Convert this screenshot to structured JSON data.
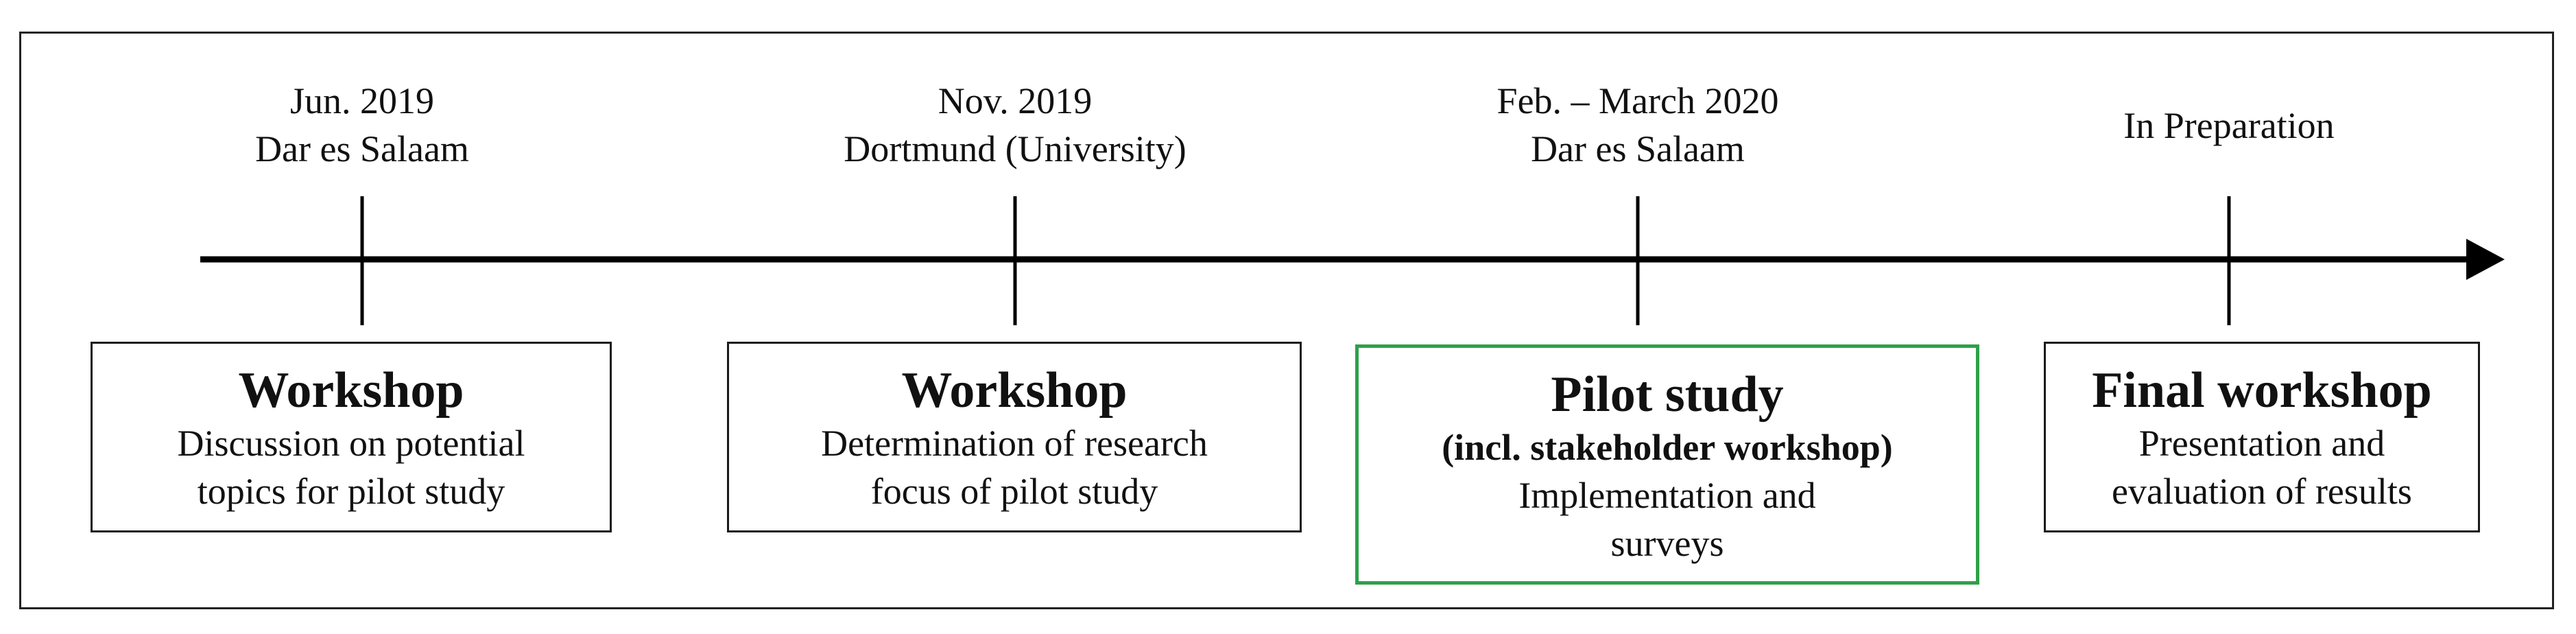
{
  "milestones": [
    {
      "date": "Jun. 2019",
      "place": "Dar es Salaam",
      "title": "Workshop",
      "subtitle": "",
      "description_lines": [
        "Discussion on potential",
        "topics for pilot study"
      ]
    },
    {
      "date": "Nov. 2019",
      "place": "Dortmund (University)",
      "title": "Workshop",
      "subtitle": "",
      "description_lines": [
        "Determination of research",
        "focus of pilot study"
      ]
    },
    {
      "date": "Feb. – March 2020",
      "place": "Dar es Salaam",
      "title": "Pilot study",
      "subtitle": "(incl. stakeholder workshop)",
      "description_lines": [
        "Implementation and",
        "surveys"
      ]
    },
    {
      "date": "In Preparation",
      "place": "",
      "title": "Final workshop",
      "subtitle": "",
      "description_lines": [
        "Presentation and",
        "evaluation of results"
      ]
    }
  ],
  "colors": {
    "highlight_border": "#2ea04a",
    "line": "#000000"
  }
}
